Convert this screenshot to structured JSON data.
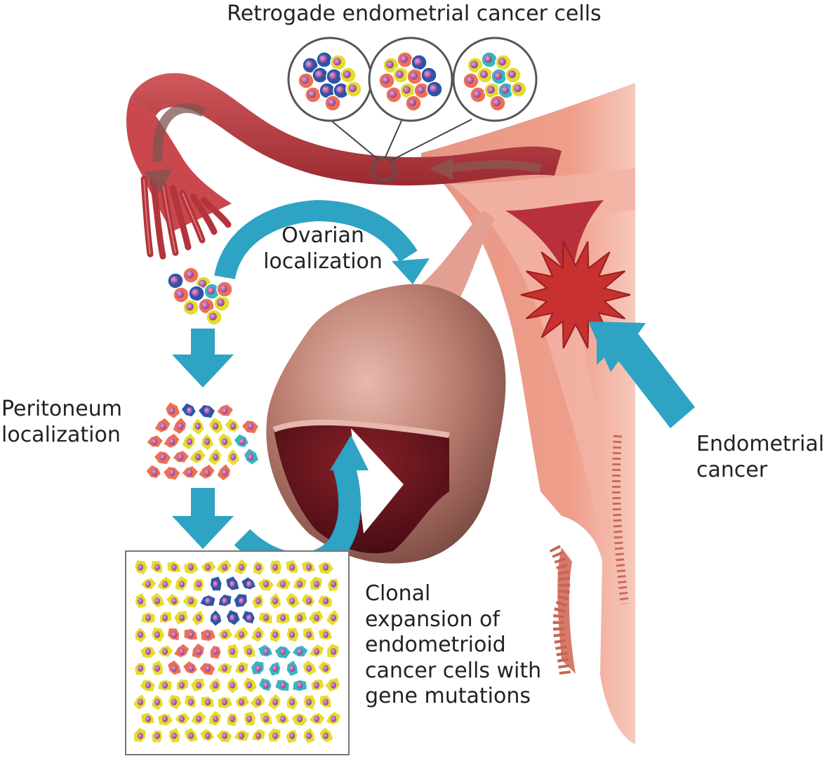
{
  "labels": {
    "retrograde": "Retrogade endometrial cancer cells",
    "ovarian": "Ovarian\nlocalization",
    "peritoneum": "Peritoneum\nlocalization",
    "endometrial": "Endometrial\ncancer",
    "clonal": "Clonal\nexpansion of\nendometrioid\ncancer cells with\ngene mutations"
  },
  "colors": {
    "arrow": "#2ea3c3",
    "tissue": "#e28a78",
    "tube": "#b53a3f",
    "ovary": "#a86a5f",
    "tumor": "#c8312f",
    "cell_yellow": "#e3dd2b",
    "cell_blue": "#2a56a8",
    "cell_orange": "#ee6f52",
    "cell_cyan": "#36b6bf",
    "nucleus": "#b55ab0"
  }
}
